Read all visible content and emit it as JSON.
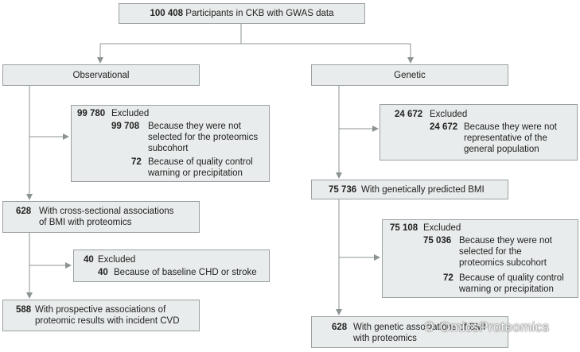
{
  "top": {
    "count": "100 408",
    "label": "Participants in CKB with GWAS data"
  },
  "observational": {
    "title": "Observational",
    "excluded1": {
      "count": "99 780",
      "label": "Excluded",
      "reason1": {
        "count": "99 708",
        "lines": [
          "Because they were not",
          "selected for the proteomics",
          "subcohort"
        ]
      },
      "reason2": {
        "count": "72",
        "lines": [
          "Because of quality control",
          "warning or precipitation"
        ]
      }
    },
    "cross": {
      "count": "628",
      "lines": [
        "With cross-sectional associations",
        "of BMI with proteomics"
      ]
    },
    "excluded2": {
      "count": "40",
      "label": "Excluded",
      "reason1": {
        "count": "40",
        "label": "Because of baseline CHD or stroke"
      }
    },
    "prospective": {
      "count": "588",
      "lines": [
        "With prospective associations of",
        "proteomic results with incident CVD"
      ]
    }
  },
  "genetic": {
    "title": "Genetic",
    "excluded1": {
      "count": "24 672",
      "label": "Excluded",
      "reason1": {
        "count": "24 672",
        "lines": [
          "Because they were not",
          "representative of the",
          "general population"
        ]
      }
    },
    "predicted": {
      "count": "75 736",
      "label": "With genetically predicted BMI"
    },
    "excluded2": {
      "count": "75 108",
      "label": "Excluded",
      "reason1": {
        "count": "75 036",
        "lines": [
          "Because they were not",
          "selected for the",
          "proteomics subcohort"
        ]
      },
      "reason2": {
        "count": "72",
        "lines": [
          "Because of quality control",
          "warning or precipitation"
        ]
      }
    },
    "final": {
      "count": "628",
      "lines": [
        "With genetic associations of BMI",
        "with proteomics"
      ]
    }
  },
  "watermark": "OmicsProteomics",
  "colors": {
    "box_fill": "#e9ecec",
    "box_border": "#9aa0a0",
    "connector": "#8c9393"
  }
}
